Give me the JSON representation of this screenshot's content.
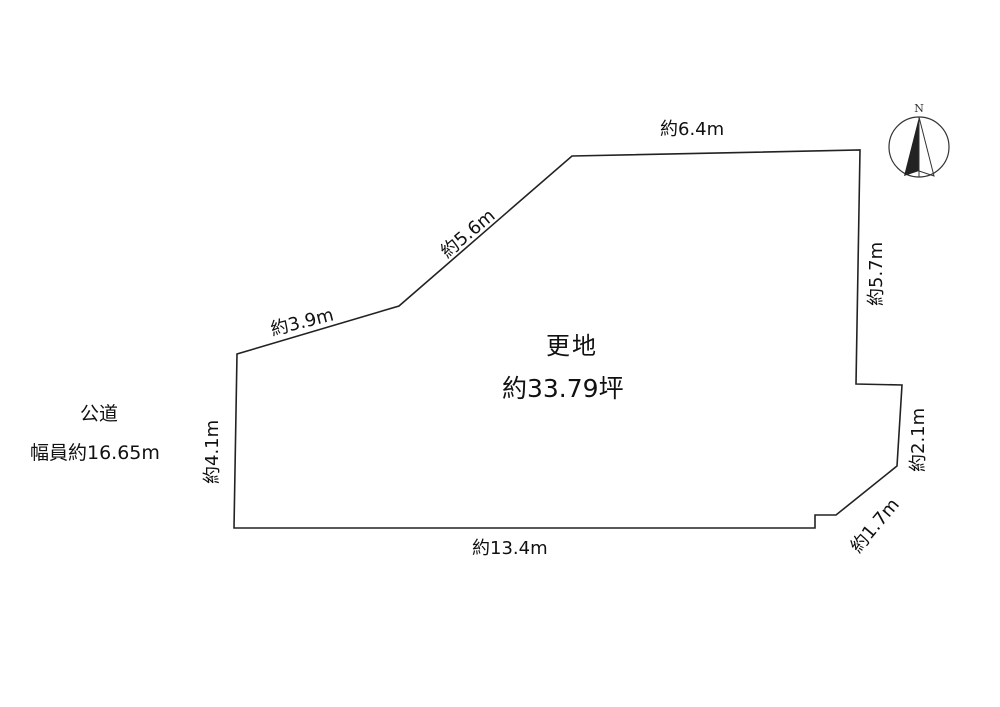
{
  "plan": {
    "dimensions": {
      "top": "約6.4m",
      "upper_diagonal": "約5.6m",
      "left_diagonal": "約3.9m",
      "right_upper": "約5.7m",
      "right_lower": "約2.1m",
      "bottom_right_diagonal": "約1.7m",
      "bottom": "約13.4m",
      "left": "約4.1m"
    },
    "land": {
      "type": "更地",
      "area": "約33.79坪"
    },
    "road": {
      "type": "公道",
      "width": "幅員約16.65m"
    },
    "compass": {
      "north_label": "N"
    }
  }
}
